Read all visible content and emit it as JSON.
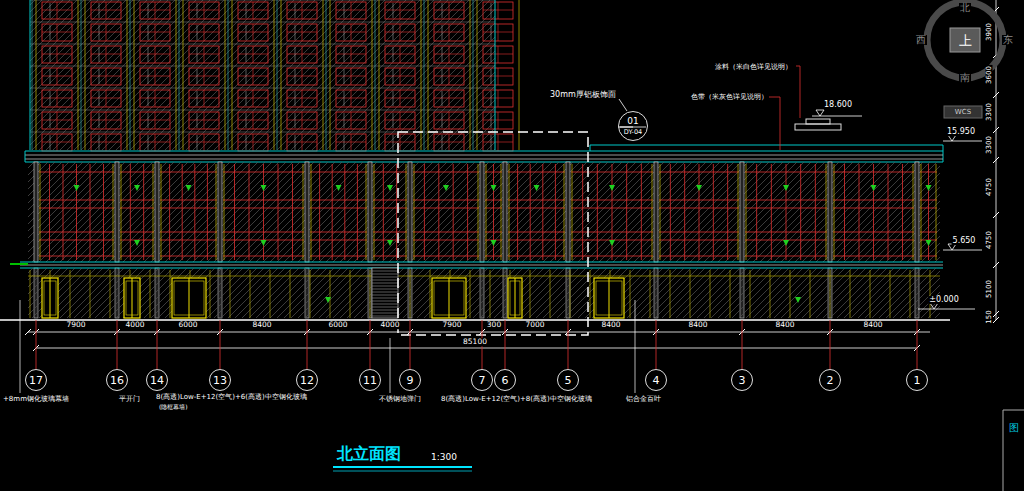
{
  "diagram": {
    "title": "北立面图",
    "nodes": [
      {
        "text": [
          "17"
        ]
      },
      {
        "text": [
          "16"
        ]
      },
      {
        "text": [
          "14"
        ]
      },
      {
        "text": [
          "13"
        ]
      },
      {
        "text": [
          "12"
        ]
      },
      {
        "text": [
          "11"
        ]
      },
      {
        "text": [
          "9"
        ]
      },
      {
        "text": [
          "7"
        ]
      },
      {
        "text": [
          "6"
        ]
      },
      {
        "text": [
          "5"
        ]
      },
      {
        "text": [
          "4"
        ]
      },
      {
        "text": [
          "3"
        ]
      },
      {
        "text": [
          "2"
        ]
      },
      {
        "text": [
          "1"
        ]
      },
      {
        "text": [
          "01",
          "DY-04"
        ]
      }
    ],
    "edges": [],
    "labels": [
      "30mm厚铝板饰面",
      "涂料（米白色详见说明）",
      "色带（米灰色详见说明）",
      "18.600",
      "15.950",
      "5.650",
      "±0.000",
      "3900",
      "3600",
      "3300",
      "3300",
      "4750",
      "4750",
      "5100",
      "150",
      "7900",
      "4000",
      "6000",
      "8400",
      "6000",
      "4000",
      "7900",
      "300",
      "7000",
      "8400",
      "8400",
      "8400",
      "8400",
      "85100",
      "+8mm钢化玻璃幕墙",
      "平开门",
      "8(高透)Low-E+12(空气)+6(高透)中空钢化玻璃",
      "(隐框幕墙)",
      "不锈钢地弹门",
      "8(高透)Low-E+12(空气)+8(高透)中空钢化玻璃",
      "铝合金百叶",
      "1:300",
      "北",
      "西",
      "上",
      "东",
      "南",
      "WCS",
      "图"
    ]
  }
}
